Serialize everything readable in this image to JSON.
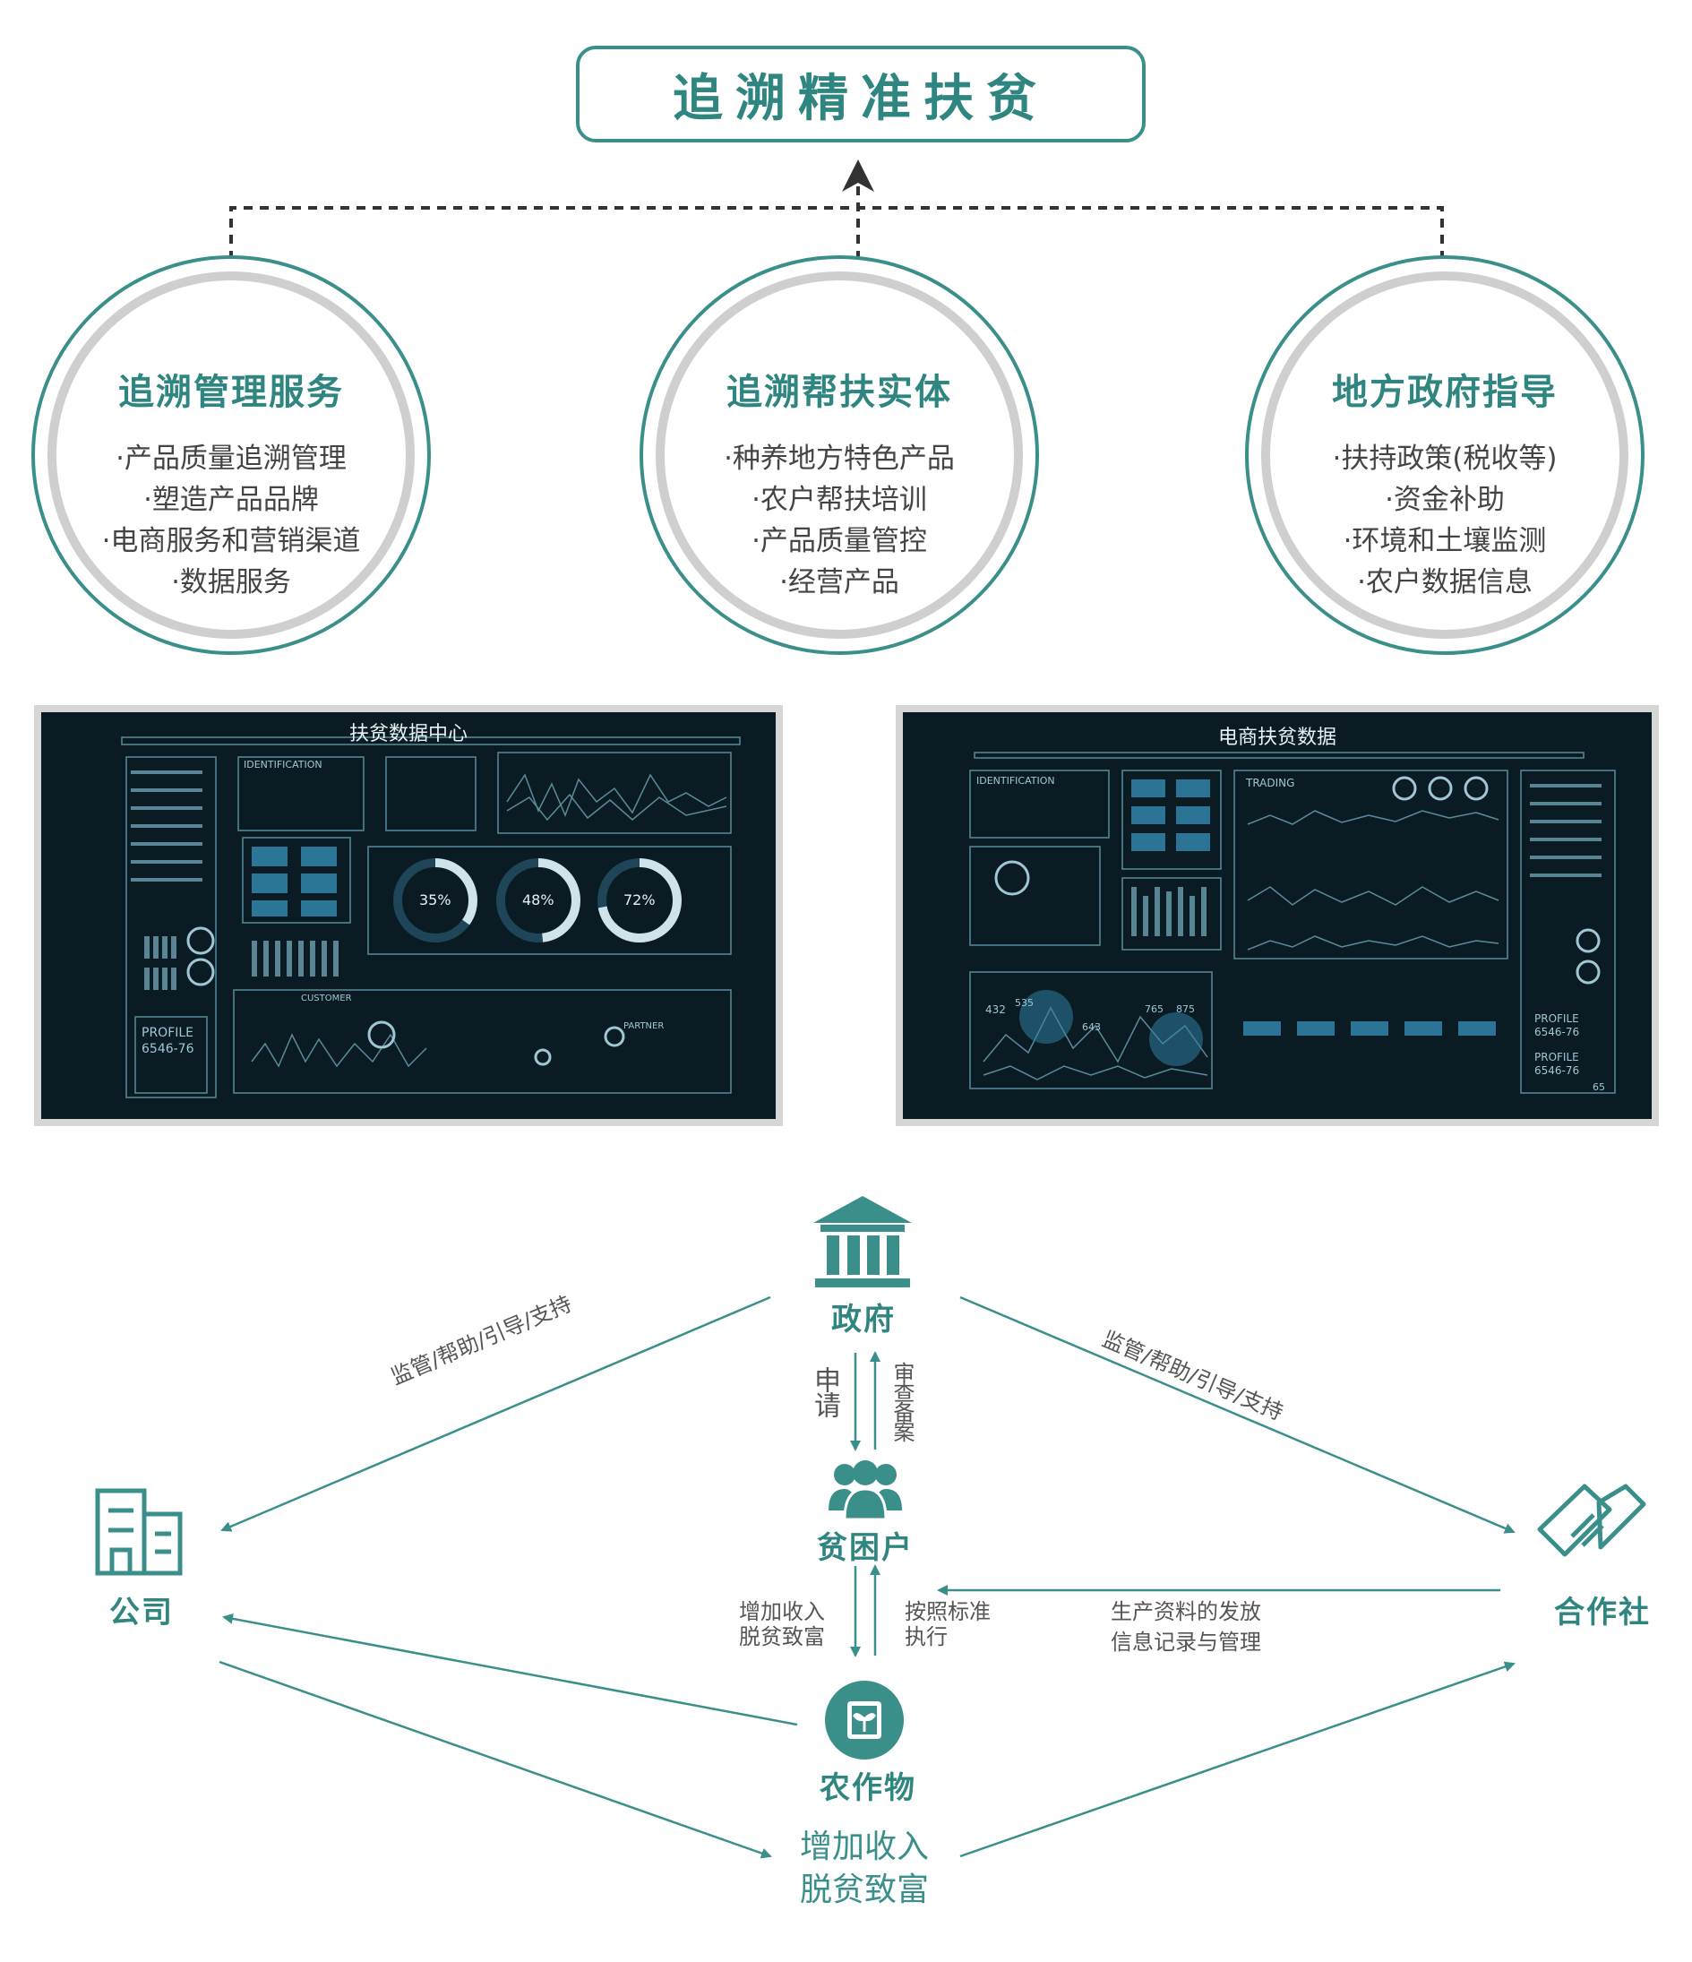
{
  "title": "追溯精准扶贫",
  "circles": [
    {
      "title": "追溯管理服务",
      "items": [
        "·产品质量追溯管理",
        "·塑造产品品牌",
        "·电商服务和营销渠道",
        "·数据服务"
      ]
    },
    {
      "title": "追溯帮扶实体",
      "items": [
        "·种养地方特色产品",
        "·农户帮扶培训",
        "·产品质量管控",
        "·经营产品"
      ]
    },
    {
      "title": "地方政府指导",
      "items": [
        "·扶持政策(税收等)",
        "·资金补助",
        "·环境和土壤监测",
        "·农户数据信息"
      ]
    }
  ],
  "dashboards": [
    {
      "title": "扶贫数据中心",
      "gauges": [
        "35%",
        "48%",
        "72%"
      ],
      "profile": [
        "PROFILE",
        "6546-76"
      ],
      "identification": "IDENTIFICATION",
      "customer": "CUSTOMER",
      "partner": "PARTNER"
    },
    {
      "title": "电商扶贫数据",
      "trading": "TRADING",
      "identification": "IDENTIFICATION",
      "profile1": [
        "PROFILE",
        "6546-76"
      ],
      "profile2": [
        "PROFILE",
        "6546-76"
      ],
      "numbers": [
        "432",
        "535",
        "643",
        "765",
        "875"
      ],
      "corner": "65"
    }
  ],
  "nodes": {
    "gov": "政府",
    "poor": "贫困户",
    "company": "公司",
    "coop": "合作社",
    "crop": "农作物",
    "result": [
      "增加收入",
      "脱贫致富"
    ]
  },
  "edges": {
    "gov_company": "监管/帮助/引导/支持",
    "gov_coop": "监管/帮助/引导/支持",
    "apply": "申请",
    "review": "审查备案",
    "crop_income": [
      "增加收入",
      "脱贫致富"
    ],
    "standard": [
      "按照标准",
      "执行"
    ],
    "coop_poor": [
      "生产资料的发放",
      "信息记录与管理"
    ]
  },
  "colors": {
    "teal": "#3a8f8a",
    "grey": "#cfcfcf",
    "dark": "#0b1b24"
  }
}
